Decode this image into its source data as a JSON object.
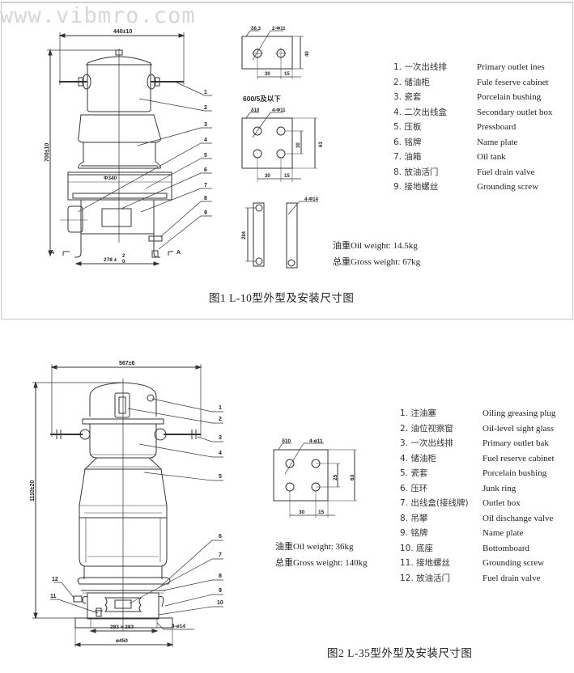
{
  "watermark": "www.vibmro.com",
  "figure1": {
    "caption": "图1 L-10型外型及安装尺寸图",
    "dimensions": {
      "width": "440±10",
      "height": "700±10",
      "diameter": "Φ340",
      "base": "278 ±",
      "base_tol_upper": "2",
      "base_tol_lower": "0",
      "section_mark": "A"
    },
    "callouts": [
      "1",
      "2",
      "3",
      "4",
      "5",
      "6",
      "7",
      "8",
      "9"
    ],
    "terminal_plate_small": {
      "thickness": "δ6.3",
      "holes": "2-Φ11",
      "height": "40",
      "pitch": "30",
      "edge": "15"
    },
    "terminal_plate_large": {
      "title": "600/5及以下",
      "thickness": "δ10",
      "holes": "4-Φ11",
      "vpitch": "30",
      "height": "63",
      "pitch": "30",
      "edge": "15"
    },
    "grounding_bar": {
      "length": "284",
      "hole": "4-Φ14"
    },
    "weights": {
      "oil": "油重Oil weight: 14.5kg",
      "gross": "总重Gross weight: 67kg"
    },
    "legend": [
      {
        "cn": "1. 一次出线排",
        "en": "Primary outlet ines"
      },
      {
        "cn": "2. 储油柜",
        "en": "Fule feserve cabinet"
      },
      {
        "cn": "3. 瓷套",
        "en": "Porcelain bushing"
      },
      {
        "cn": "4. 二次出线盒",
        "en": "Secondary outlet box"
      },
      {
        "cn": "5. 压板",
        "en": "Pressboard"
      },
      {
        "cn": "6. 铭牌",
        "en": "Name plate"
      },
      {
        "cn": "7. 油箱",
        "en": "Oil tank"
      },
      {
        "cn": "8. 放油活门",
        "en": "Fuel drain valve"
      },
      {
        "cn": "9. 接地螺丝",
        "en": "Grounding screw"
      }
    ]
  },
  "figure2": {
    "caption": "图2 L-35型外型及安装尺寸图",
    "dimensions": {
      "width": "567±6",
      "height": "1110±20",
      "bolt_spacing": "283 × 283",
      "base_diameter": "ø450",
      "holes": "4-ø14"
    },
    "callouts": [
      "1",
      "2",
      "3",
      "4",
      "5",
      "6",
      "7",
      "8",
      "9",
      "10",
      "11",
      "12"
    ],
    "terminal_plate": {
      "thickness": "δ10",
      "holes": "4-ø11",
      "vpitch": "25",
      "height": "63",
      "pitch": "30",
      "edge": "15"
    },
    "weights": {
      "oil": "油重Oil weight: 36kg",
      "gross": "总重Gross weight: 140kg"
    },
    "legend": [
      {
        "cn": "1. 注油塞",
        "en": "Oiling greasing plug"
      },
      {
        "cn": "2. 油位视察窗",
        "en": "Oil-level sight glass"
      },
      {
        "cn": "3. 一次出线排",
        "en": "Primary outlet bak"
      },
      {
        "cn": "4. 储油柜",
        "en": "Fuel reserve cabinet"
      },
      {
        "cn": "5. 瓷套",
        "en": "Porcelain bushing"
      },
      {
        "cn": "6. 压环",
        "en": "Junk ring"
      },
      {
        "cn": "7. 出线盒(接线牌)",
        "en": "Outlet box"
      },
      {
        "cn": "8. 吊攀",
        "en": "Oil dischange valve"
      },
      {
        "cn": "9. 铭牌",
        "en": "Name plate"
      },
      {
        "cn": "10. 底座",
        "en": "Bottomboard"
      },
      {
        "cn": "11. 接地螺丝",
        "en": "Grounding screw"
      },
      {
        "cn": "12. 放油活门",
        "en": "Fuel drain valve"
      }
    ]
  }
}
